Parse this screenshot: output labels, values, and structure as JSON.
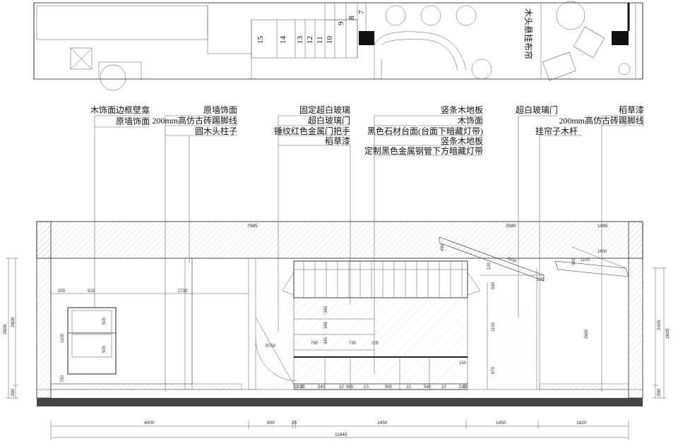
{
  "plan": {
    "vertical_note": "木头悬挂布帘",
    "step_numbers": [
      "15",
      "14",
      "13",
      "12",
      "11",
      "10",
      "9",
      "8",
      "7"
    ]
  },
  "callouts": [
    {
      "lines": [
        "木饰面边框壁龛",
        "原墙饰面"
      ]
    },
    {
      "lines": [
        "原墙饰面",
        "200mm高仿古砖踢脚线",
        "圆木头柱子"
      ]
    },
    {
      "lines": [
        "固定超白玻璃",
        "超白玻璃门",
        "锤纹红色金属门把手",
        "稻草漆"
      ]
    },
    {
      "lines": [
        "竖条木地板",
        "木饰面",
        "黑色石材台面(台面下暗藏灯带)",
        "竖条木地板",
        "定制黑色金属钢管下方暗藏灯带"
      ]
    },
    {
      "lines": [
        "超白玻璃门",
        "挂帘子木杆"
      ]
    },
    {
      "lines": [
        "稻草漆",
        "200mm高仿古砖踢脚线"
      ]
    }
  ],
  "dims": {
    "top": [
      "7985",
      "2590",
      "1085"
    ],
    "bottom": [
      "4000",
      "900",
      "25",
      "2450",
      "1450",
      "1820"
    ],
    "total": "11645",
    "left_outer": "2800",
    "left_inner": [
      "2600",
      "200"
    ],
    "right_outer": "2625",
    "right_inner": [
      "2425",
      "200"
    ],
    "niche": [
      "355",
      "915",
      "2730",
      "1100",
      "750",
      "505",
      "505"
    ],
    "shelf_vertical": [
      "345",
      "345",
      "345"
    ],
    "shelf_horizontal": [
      "795",
      "730",
      "205"
    ],
    "roof": [
      "490",
      "2630",
      "120",
      "590",
      "1100",
      "670",
      "2600",
      "1100",
      "100",
      "150",
      "350",
      "1600"
    ],
    "base_row": [
      "10",
      "215",
      "10",
      "540",
      "10",
      "965",
      "10",
      "965",
      "10",
      "540",
      "10",
      "215",
      "10"
    ],
    "arc": "R750"
  }
}
